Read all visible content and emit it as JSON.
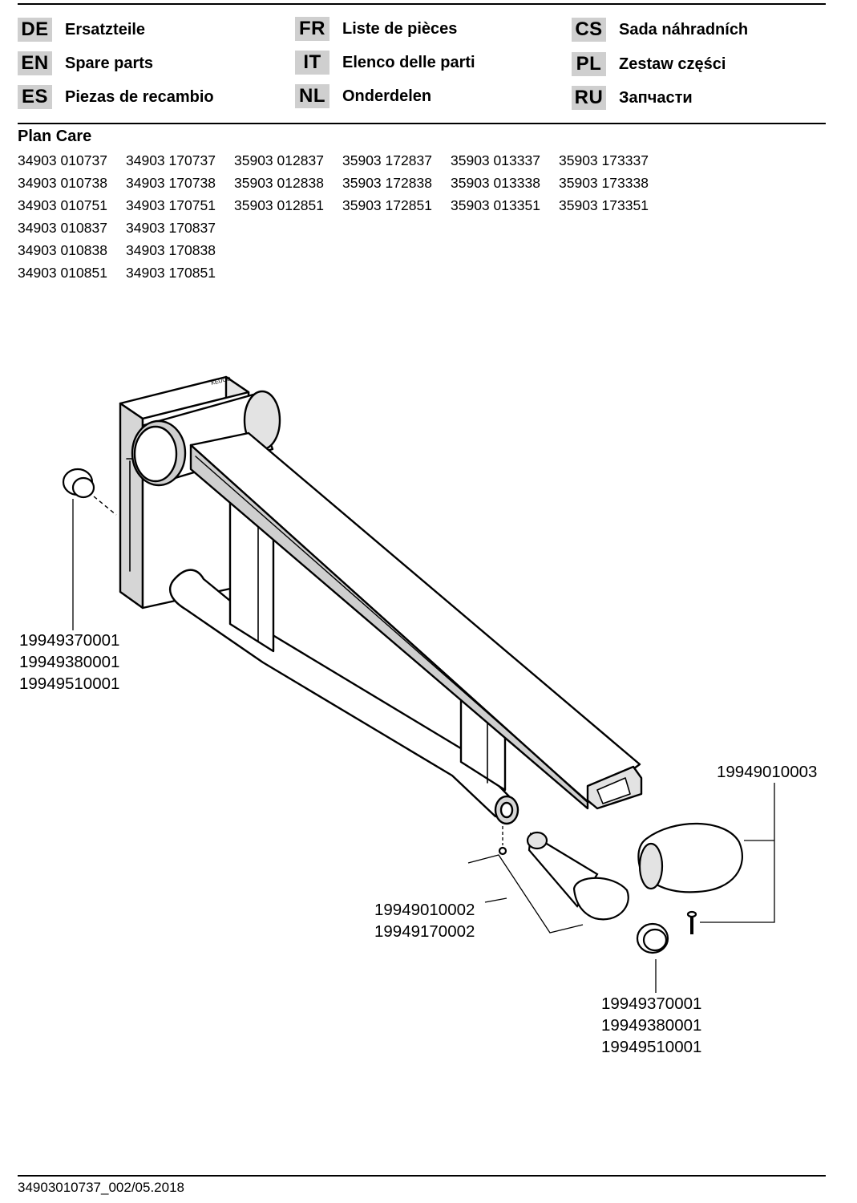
{
  "languages": [
    {
      "code": "DE",
      "label": "Ersatzteile"
    },
    {
      "code": "FR",
      "label": "Liste de pièces"
    },
    {
      "code": "CS",
      "label": "Sada náhradních"
    },
    {
      "code": "EN",
      "label": "Spare parts"
    },
    {
      "code": "IT",
      "label": "Elenco delle parti"
    },
    {
      "code": "PL",
      "label": "Zestaw części"
    },
    {
      "code": "ES",
      "label": "Piezas de recambio"
    },
    {
      "code": "NL",
      "label": "Onderdelen"
    },
    {
      "code": "RU",
      "label": "Запчасти"
    }
  ],
  "product": {
    "title": "Plan Care",
    "codes": [
      [
        "34903 010737",
        "34903 170737",
        "35903 012837",
        "35903 172837",
        "35903 013337",
        "35903 173337"
      ],
      [
        "34903 010738",
        "34903 170738",
        "35903 012838",
        "35903 172838",
        "35903 013338",
        "35903 173338"
      ],
      [
        "34903 010751",
        "34903 170751",
        "35903 012851",
        "35903 172851",
        "35903 013351",
        "35903 173351"
      ],
      [
        "34903 010837",
        "34903 170837"
      ],
      [
        "34903 010838",
        "34903 170838"
      ],
      [
        "34903 010851",
        "34903 170851"
      ]
    ]
  },
  "drawing": {
    "brand_mark": "KEUCO",
    "parts": {
      "cap_left": [
        "19949370001",
        "19949380001",
        "19949510001"
      ],
      "end_grip": [
        "19949010003"
      ],
      "pin_set": [
        "19949010002",
        "19949170002"
      ],
      "cap_right": [
        "19949370001",
        "19949380001",
        "19949510001"
      ]
    }
  },
  "footer": {
    "doc_id": "34903010737_002/05.2018"
  }
}
